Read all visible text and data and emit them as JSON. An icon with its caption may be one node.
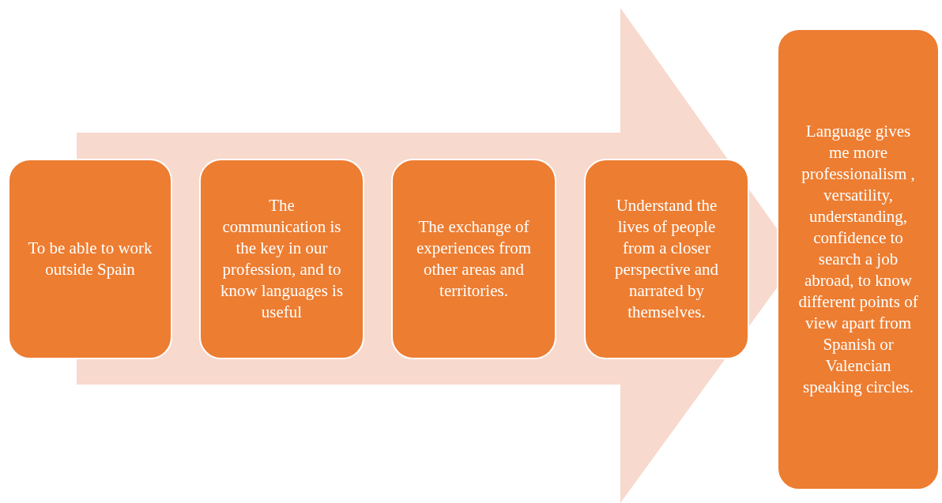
{
  "diagram": {
    "nodes": [
      {
        "text": [
          "To be able to work outside Spain"
        ]
      },
      {
        "text": [
          "The communication is the key in our profession, and to know languages is useful"
        ]
      },
      {
        "text": [
          "The exchange of experiences from other areas and territories."
        ]
      },
      {
        "text": [
          "Understand the lives of people from a closer perspective and narrated by themselves."
        ]
      },
      {
        "text": [
          "Language gives me more professionalism , versatility, understanding, confidence to search a job abroad, to know different points of view apart from Spanish or Valencian speaking circles."
        ]
      }
    ],
    "edges": [
      {
        "from": 0,
        "to": 4,
        "arrow": "to"
      }
    ]
  }
}
